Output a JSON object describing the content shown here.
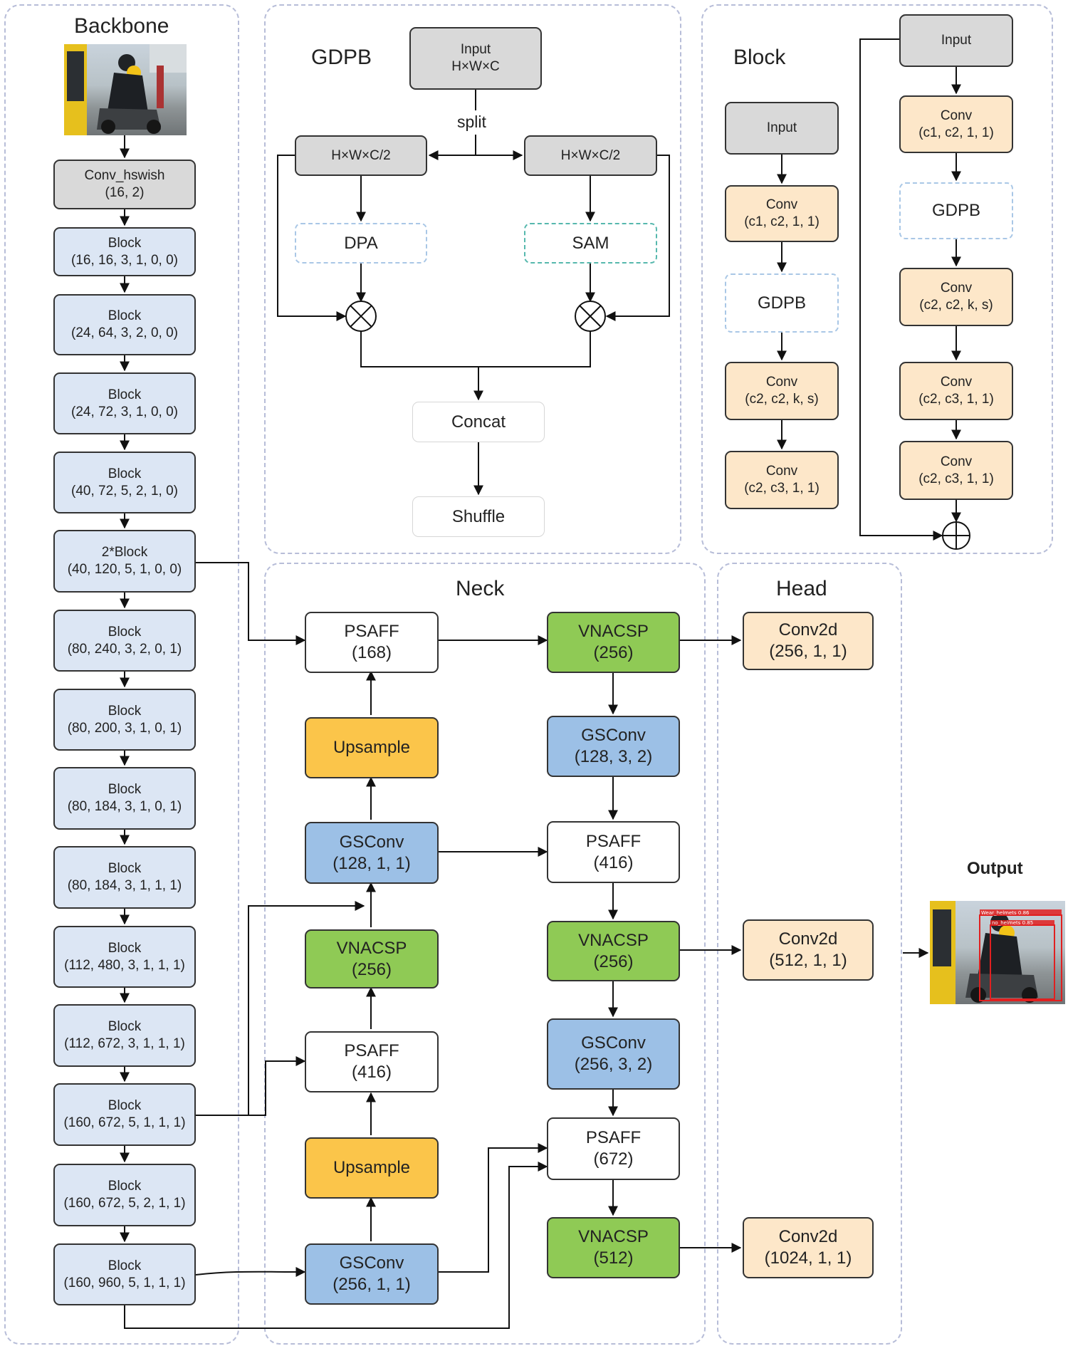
{
  "panels": {
    "backbone": "Backbone",
    "gdpb": "GDPB",
    "block": "Block",
    "neck": "Neck",
    "head": "Head",
    "output": "Output"
  },
  "backbone": {
    "stem": [
      "Conv_hswish",
      "(16, 2)"
    ],
    "blocks": [
      [
        "Block",
        "(16, 16, 3, 1, 0, 0)"
      ],
      [
        "Block",
        "(24, 64, 3, 2, 0, 0)"
      ],
      [
        "Block",
        "(24, 72, 3, 1, 0, 0)"
      ],
      [
        "Block",
        "(40, 72, 5, 2, 1, 0)"
      ],
      [
        "2*Block",
        "(40, 120, 5, 1, 0, 0)"
      ],
      [
        "Block",
        "(80, 240, 3, 2, 0, 1)"
      ],
      [
        "Block",
        "(80, 200, 3, 1, 0, 1)"
      ],
      [
        "Block",
        "(80, 184, 3, 1, 0, 1)"
      ],
      [
        "Block",
        "(80, 184, 3, 1, 1, 1)"
      ],
      [
        "Block",
        "(112, 480, 3, 1, 1, 1)"
      ],
      [
        "Block",
        "(112, 672, 3, 1, 1, 1)"
      ],
      [
        "Block",
        "(160, 672, 5, 1, 1, 1)"
      ],
      [
        "Block",
        "(160, 672, 5, 2, 1, 1)"
      ],
      [
        "Block",
        "(160, 960, 5, 1, 1, 1)"
      ]
    ]
  },
  "gdpb": {
    "input": [
      "Input",
      "H×W×C"
    ],
    "split": "split",
    "left_half": "H×W×C/2",
    "right_half": "H×W×C/2",
    "dpa": "DPA",
    "sam": "SAM",
    "concat": "Concat",
    "shuffle": "Shuffle"
  },
  "block": {
    "left": {
      "input": "Input",
      "conv1": [
        "Conv",
        "(c1, c2, 1, 1)"
      ],
      "gdpb": "GDPB",
      "conv2": [
        "Conv",
        "(c2, c2, k, s)"
      ],
      "conv3": [
        "Conv",
        "(c2, c3, 1, 1)"
      ]
    },
    "right": {
      "input": "Input",
      "conv1": [
        "Conv",
        "(c1, c2, 1, 1)"
      ],
      "gdpb": "GDPB",
      "conv2": [
        "Conv",
        "(c2, c2, k, s)"
      ],
      "conv3": [
        "Conv",
        "(c2, c3, 1, 1)"
      ],
      "conv4": [
        "Conv",
        "(c2, c3, 1, 1)"
      ]
    }
  },
  "neck": {
    "left": {
      "psaff1": [
        "PSAFF",
        "(168)"
      ],
      "upsample1": "Upsample",
      "gsconv1": [
        "GSConv",
        "(128, 1, 1)"
      ],
      "vnacsp1": [
        "VNACSP",
        "(256)"
      ],
      "psaff2": [
        "PSAFF",
        "(416)"
      ],
      "upsample2": "Upsample",
      "gsconv2": [
        "GSConv",
        "(256, 1, 1)"
      ]
    },
    "right": {
      "vnacsp1": [
        "VNACSP",
        "(256)"
      ],
      "gsconv1": [
        "GSConv",
        "(128, 3, 2)"
      ],
      "psaff1": [
        "PSAFF",
        "(416)"
      ],
      "vnacsp2": [
        "VNACSP",
        "(256)"
      ],
      "gsconv2": [
        "GSConv",
        "(256, 3, 2)"
      ],
      "psaff2": [
        "PSAFF",
        "(672)"
      ],
      "vnacsp3": [
        "VNACSP",
        "(512)"
      ]
    }
  },
  "head": {
    "conv1": [
      "Conv2d",
      "(256, 1, 1)"
    ],
    "conv2": [
      "Conv2d",
      "(512, 1, 1)"
    ],
    "conv3": [
      "Conv2d",
      "(1024, 1, 1)"
    ]
  },
  "output_overlay": {
    "label1": "Wear_helmets 0.86",
    "label2": "no_helmets 0.85"
  },
  "colors": {
    "backbone_block": "#dce6f4",
    "stem": "#d9d9d9",
    "conv": "#fde7c9",
    "vnacsp": "#8fca55",
    "gsconv": "#9cc0e6",
    "upsample": "#fbc54a",
    "detection_box": "#e02020"
  }
}
